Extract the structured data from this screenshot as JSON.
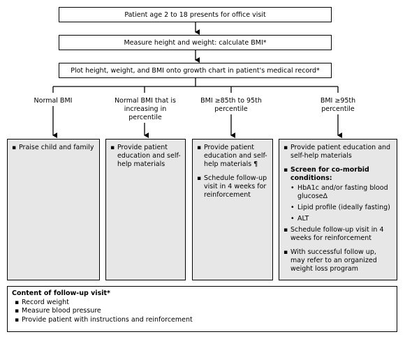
{
  "step1": "Patient age 2 to 18 presents for office visit",
  "step2": "Measure height and weight: calculate BMI*",
  "step3": "Plot height, weight, and BMI onto growth chart in patient's medical record*",
  "branches": [
    {
      "label": "Normal BMI",
      "items": [
        "Praise child and family"
      ]
    },
    {
      "label": "Normal BMI that is increasing in percentile",
      "items": [
        "Provide patient education and self-help materials"
      ]
    },
    {
      "label": "BMI ≥85th to 95th percentile",
      "items": [
        "Provide patient education and self-help materials ¶",
        "Schedule follow-up visit in 4 weeks for reinforcement"
      ]
    },
    {
      "label": "BMI ≥95th percentile",
      "item1": "Provide patient education and self-help materials",
      "screen_heading": "Screen for co-morbid conditions:",
      "screen_items": [
        "HbA1c and/or fasting blood glucoseΔ",
        "Lipid profile (ideally fasting)",
        "ALT"
      ],
      "item3": "Schedule follow-up visit in 4 weeks for reinforcement",
      "item4": "With successful follow up, may refer to an organized weight loss program"
    }
  ],
  "footer": {
    "title": "Content of follow-up visit*",
    "items": [
      "Record weight",
      "Measure blood pressure",
      "Provide patient with instructions and reinforcement"
    ]
  }
}
